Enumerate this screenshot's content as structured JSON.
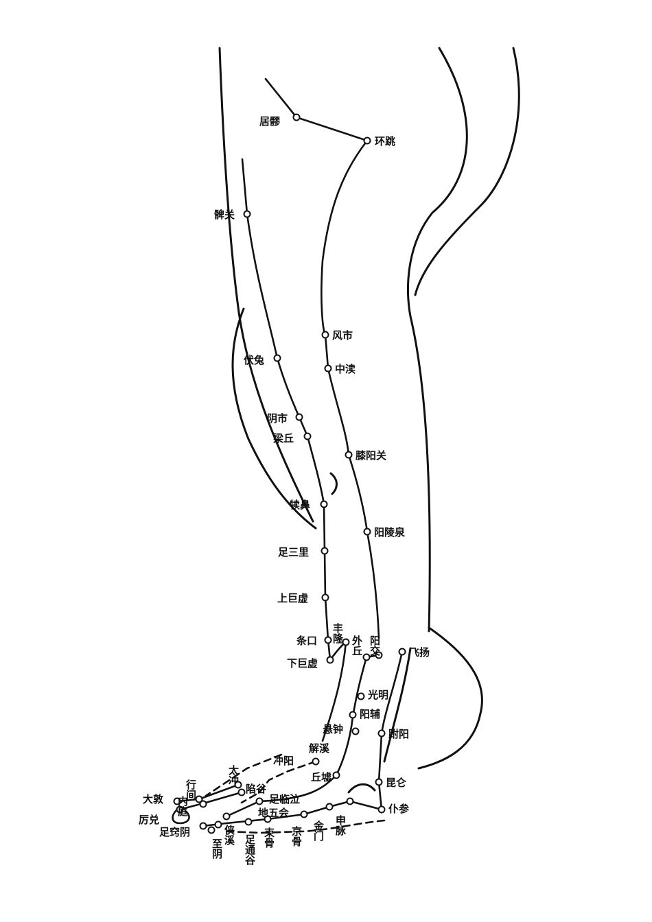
{
  "points": [
    {
      "id": "juliao",
      "label": "居髎"
    },
    {
      "id": "huantiao",
      "label": "环跳"
    },
    {
      "id": "biguan",
      "label": "髀关"
    },
    {
      "id": "fengshi",
      "label": "风市"
    },
    {
      "id": "zhongdu",
      "label": "中渎"
    },
    {
      "id": "futu",
      "label": "伏兔"
    },
    {
      "id": "yinshi",
      "label": "阴市"
    },
    {
      "id": "liangqiu",
      "label": "梁丘"
    },
    {
      "id": "xiyangguan",
      "label": "膝阳关"
    },
    {
      "id": "dubi",
      "label": "犊鼻"
    },
    {
      "id": "yanglingquan",
      "label": "阳陵泉"
    },
    {
      "id": "zusanli",
      "label": "足三里"
    },
    {
      "id": "shangjuxu",
      "label": "上巨虚"
    },
    {
      "id": "fenglong",
      "label": "丰隆"
    },
    {
      "id": "tiaokou",
      "label": "条口"
    },
    {
      "id": "xiajuxu",
      "label": "下巨虚"
    },
    {
      "id": "waiqiu",
      "label": "外丘"
    },
    {
      "id": "yangjiao",
      "label": "阳交"
    },
    {
      "id": "feiyang",
      "label": "飞扬"
    },
    {
      "id": "guangming",
      "label": "光明"
    },
    {
      "id": "yangfu",
      "label": "阳辅"
    },
    {
      "id": "xuanzhong",
      "label": "悬钟"
    },
    {
      "id": "fuyang",
      "label": "跗阳"
    },
    {
      "id": "jiexi",
      "label": "解溪"
    },
    {
      "id": "chongyang",
      "label": "冲阳"
    },
    {
      "id": "taichong",
      "label": "太冲"
    },
    {
      "id": "qiuxu",
      "label": "丘墟"
    },
    {
      "id": "kunlun",
      "label": "昆仑"
    },
    {
      "id": "xingjian",
      "label": "行间"
    },
    {
      "id": "xiangu",
      "label": "陷谷"
    },
    {
      "id": "dadun",
      "label": "大敦"
    },
    {
      "id": "neiting",
      "label": "内庭"
    },
    {
      "id": "zulinqi",
      "label": "足临泣"
    },
    {
      "id": "pucan",
      "label": "仆参"
    },
    {
      "id": "shenmai",
      "label": "申脉"
    },
    {
      "id": "jinmen",
      "label": "金门"
    },
    {
      "id": "diwuhui",
      "label": "地五会"
    },
    {
      "id": "lidui",
      "label": "厉兑"
    },
    {
      "id": "zuqiaoyin",
      "label": "足窍阴"
    },
    {
      "id": "xiaxi",
      "label": "侠溪"
    },
    {
      "id": "zhiyin",
      "label": "至阴"
    },
    {
      "id": "zutonggu",
      "label": "足通谷"
    },
    {
      "id": "shugu",
      "label": "束骨"
    },
    {
      "id": "jinggu",
      "label": "京骨"
    }
  ]
}
